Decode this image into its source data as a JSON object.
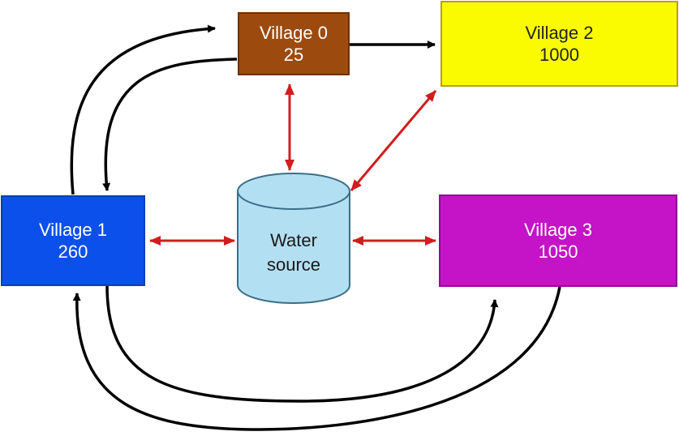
{
  "diagram": {
    "nodes": {
      "village0": {
        "name": "Village 0",
        "value": "25"
      },
      "village1": {
        "name": "Village 1",
        "value": "260"
      },
      "village2": {
        "name": "Village 2",
        "value": "1000"
      },
      "village3": {
        "name": "Village 3",
        "value": "1050"
      },
      "water_source": {
        "line1": "Water",
        "line2": "source"
      }
    },
    "colors": {
      "village0": "#9c4a0e",
      "village1": "#0c50ec",
      "village2": "#fbfb00",
      "village3": "#c513c7",
      "water_source": "#b3dff2",
      "road_arrows": "#000000",
      "water_arrows": "#d11d1d"
    },
    "connections": {
      "roads": [
        {
          "from": "Village 1",
          "to": "Village 0"
        },
        {
          "from": "Village 0",
          "to": "Village 1"
        },
        {
          "from": "Village 0",
          "to": "Village 2"
        },
        {
          "from": "Village 1",
          "to": "Village 3"
        },
        {
          "from": "Village 3",
          "to": "Village 1"
        }
      ],
      "water_links": [
        {
          "between": [
            "Water source",
            "Village 0"
          ]
        },
        {
          "between": [
            "Water source",
            "Village 1"
          ]
        },
        {
          "between": [
            "Water source",
            "Village 2"
          ]
        },
        {
          "between": [
            "Water source",
            "Village 3"
          ]
        }
      ]
    }
  }
}
